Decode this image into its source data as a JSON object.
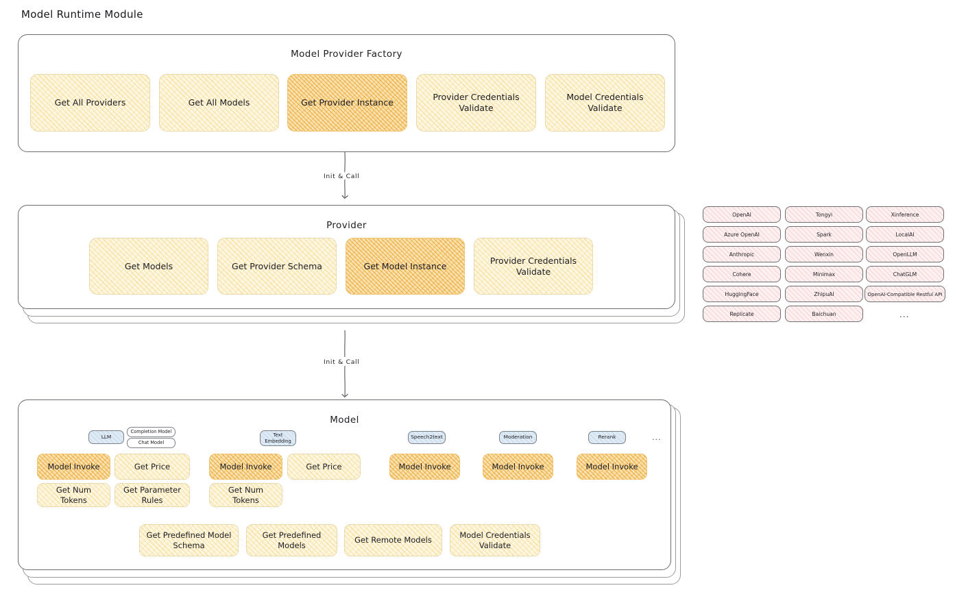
{
  "page": {
    "title": "Model Runtime Module"
  },
  "factory": {
    "title": "Model Provider Factory",
    "items": [
      {
        "label": "Get All Providers",
        "highlight": false
      },
      {
        "label": "Get All Models",
        "highlight": false
      },
      {
        "label": "Get Provider Instance",
        "highlight": true
      },
      {
        "label": "Provider Credentials Validate",
        "highlight": false
      },
      {
        "label": "Model Credentials Validate",
        "highlight": false
      }
    ]
  },
  "arrows": [
    {
      "label": "Init & Call"
    },
    {
      "label": "Init & Call"
    }
  ],
  "provider": {
    "title": "Provider",
    "items": [
      {
        "label": "Get Models",
        "highlight": false
      },
      {
        "label": "Get Provider Schema",
        "highlight": false
      },
      {
        "label": "Get Model Instance",
        "highlight": true
      },
      {
        "label": "Provider Credentials Validate",
        "highlight": false
      }
    ]
  },
  "provider_list": {
    "columns": [
      [
        "OpenAI",
        "Azure OpenAI",
        "Anthropic",
        "Cohere",
        "HuggingFace",
        "Replicate"
      ],
      [
        "Tongyi",
        "Spark",
        "Wenxin",
        "Minimax",
        "ZhipuAI",
        "Baichuan"
      ],
      [
        "Xinference",
        "LocalAI",
        "OpenLLM",
        "ChatGLM",
        "OpenAI-Compatible Restful API"
      ]
    ],
    "more": "..."
  },
  "model": {
    "title": "Model",
    "more": "...",
    "types": [
      {
        "name": "LLM",
        "sub": [
          "Completion Model",
          "Chat Model"
        ],
        "methods": [
          {
            "label": "Model Invoke",
            "highlight": true
          },
          {
            "label": "Get Price",
            "highlight": false
          },
          {
            "label": "Get Num Tokens",
            "highlight": false
          },
          {
            "label": "Get Parameter Rules",
            "highlight": false
          }
        ]
      },
      {
        "name": "Text Embedding",
        "sub": [],
        "methods": [
          {
            "label": "Model Invoke",
            "highlight": true
          },
          {
            "label": "Get Price",
            "highlight": false
          },
          {
            "label": "Get Num Tokens",
            "highlight": false
          }
        ]
      },
      {
        "name": "Speech2text",
        "sub": [],
        "methods": [
          {
            "label": "Model Invoke",
            "highlight": true
          }
        ]
      },
      {
        "name": "Moderation",
        "sub": [],
        "methods": [
          {
            "label": "Model Invoke",
            "highlight": true
          }
        ]
      },
      {
        "name": "Rerank",
        "sub": [],
        "methods": [
          {
            "label": "Model Invoke",
            "highlight": true
          }
        ]
      }
    ],
    "common": [
      {
        "label": "Get Predefined Model Schema"
      },
      {
        "label": "Get Predefined Models"
      },
      {
        "label": "Get Remote Models"
      },
      {
        "label": "Model Credentials Validate"
      }
    ]
  },
  "colors": {
    "card_fill": "#fdf6e0",
    "card_highlight_fill": "#fbe3b0",
    "badge_fill": "#dfeaf4",
    "pill_fill": "#fdf0f0",
    "outline": "#6a6a70"
  }
}
